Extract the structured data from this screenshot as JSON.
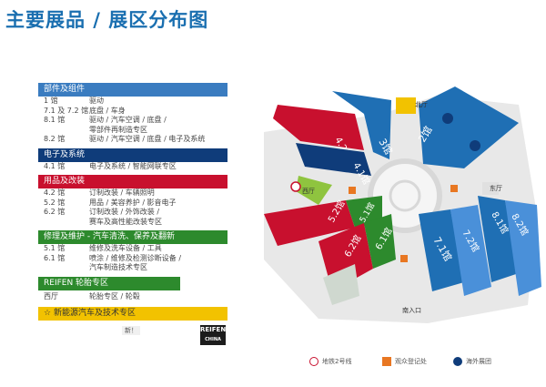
{
  "title": "主要展品 / 展区分布图",
  "colors": {
    "blue": "#1f6fb4",
    "darkblue": "#0f3c7a",
    "red": "#c8102e",
    "green": "#2d8a2d",
    "yellow": "#f2c200",
    "lightblue": "#4a90d9"
  },
  "sections": [
    {
      "name": "部件及组件",
      "color": "#3a7cc0",
      "rows": [
        {
          "hall": "1 馆",
          "desc": "驱动"
        },
        {
          "hall": "7.1 及 7.2 馆",
          "desc": "底盘 / 车身"
        },
        {
          "hall": "8.1 馆",
          "desc": "驱动 / 汽车空调 / 底盘 /",
          "sub": "零部件再制造专区"
        },
        {
          "hall": "8.2 馆",
          "desc": "驱动 / 汽车空调 / 底盘 / 电子及系统"
        }
      ]
    },
    {
      "name": "电子及系统",
      "color": "#0f3c7a",
      "rows": [
        {
          "hall": "4.1 馆",
          "desc": "电子及系统 / 智能网联专区"
        }
      ]
    },
    {
      "name": "用品及改装",
      "color": "#c8102e",
      "rows": [
        {
          "hall": "4.2 馆",
          "desc": "订制改装 / 车辆照明"
        },
        {
          "hall": "5.2 馆",
          "desc": "用品 / 美容养护 / 影音电子"
        },
        {
          "hall": "6.2 馆",
          "desc": "订制改装 / 外饰改装 /",
          "sub": "赛车及高性能改装专区"
        }
      ]
    },
    {
      "name": "修理及维护 - 汽车清洗、保养及翻新",
      "color": "#2d8a2d",
      "rows": [
        {
          "hall": "5.1 馆",
          "desc": "维修及洗车设备 / 工具"
        },
        {
          "hall": "6.1 馆",
          "desc": "喷涂 / 维修及检测诊断设备 /",
          "sub": "汽车制造技术专区"
        }
      ]
    }
  ],
  "reifen": {
    "name": "REIFEN 轮胎专区",
    "badge": "新！",
    "hall": "西厅",
    "desc": "轮胎专区 / 轮毂",
    "logo_line1": "REIFEN",
    "logo_line2": "CHINA"
  },
  "nev": {
    "name": "新能源汽车及技术专区",
    "star": "☆"
  },
  "map": {
    "halls": {
      "h42": "4.2馆",
      "h41": "4.1馆",
      "h3": "3馆",
      "h2": "2馆",
      "h52": "5.2馆",
      "h51": "5.1馆",
      "h62": "6.2馆",
      "h61": "6.1馆",
      "h71": "7.1馆",
      "h72": "7.2馆",
      "h81": "8.1馆",
      "h82": "8.2馆"
    },
    "gates": {
      "north": "北厅",
      "west": "西厅",
      "east": "东厅",
      "south": "南入口"
    }
  },
  "legend": {
    "metro": "地铁2号线",
    "registration": "观众登记处",
    "overseas": "海外展团"
  }
}
